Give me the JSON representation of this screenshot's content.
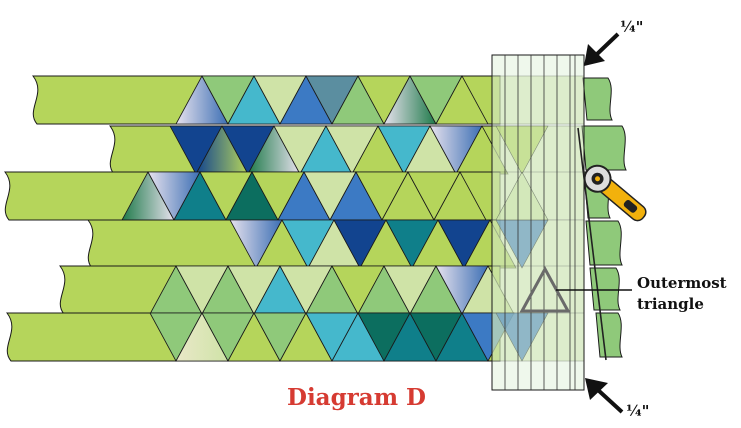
{
  "title": "Diagram D",
  "label_outermost_line1": "Outermost",
  "label_outermost_line2": "triangle",
  "label_quarter_top": "¼\"",
  "label_quarter_bottom": "¼\"",
  "colors": {
    "background": "#ffffff",
    "lime": "#b5d55b",
    "light_green": "#8fc97a",
    "pale_green": "#cfe3a7",
    "title_red": "#d63b32",
    "outline": "#1a1a1a",
    "cutter_yellow": "#f2b10c"
  }
}
